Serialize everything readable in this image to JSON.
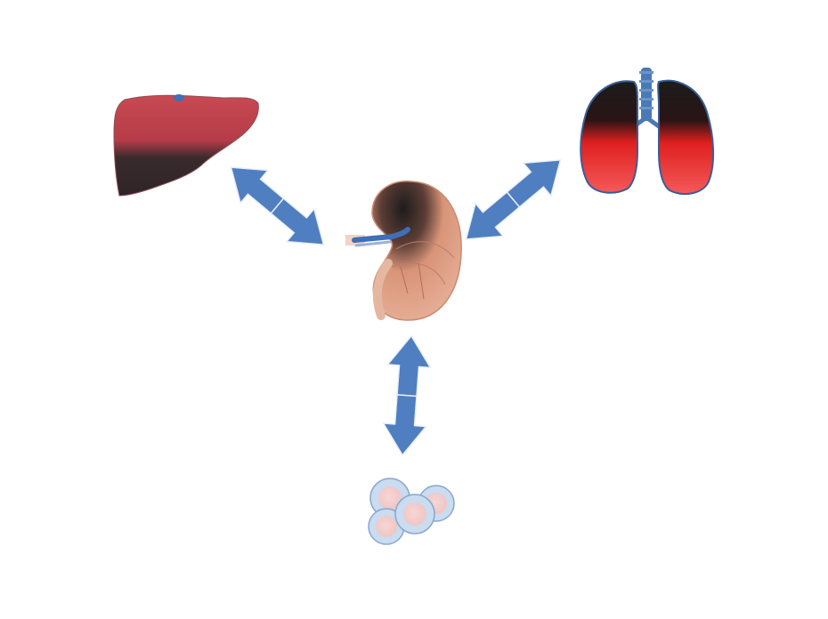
{
  "diagram": {
    "nodes": [
      {
        "id": "kidney",
        "icon": "kidney-icon"
      },
      {
        "id": "liver",
        "icon": "liver-icon"
      },
      {
        "id": "lungs",
        "icon": "lungs-icon"
      },
      {
        "id": "cells",
        "icon": "cells-icon"
      }
    ],
    "links": [
      {
        "from": "kidney",
        "to": "liver",
        "direction": "bidirectional"
      },
      {
        "from": "kidney",
        "to": "lungs",
        "direction": "bidirectional"
      },
      {
        "from": "kidney",
        "to": "cells",
        "direction": "bidirectional"
      }
    ],
    "colors": {
      "arrow": "#4f7fc0",
      "arrow_edge": "#e9eef7",
      "liver_top": "#c84a52",
      "liver_bottom": "#3a2b2d",
      "lung_top": "#1c1c1c",
      "lung_bottom": "#f23a3a",
      "trachea": "#4a79b6",
      "kidney": "#e2a58c",
      "cell_ring": "#c2d8ee",
      "cell_center": "#f2cece"
    }
  }
}
